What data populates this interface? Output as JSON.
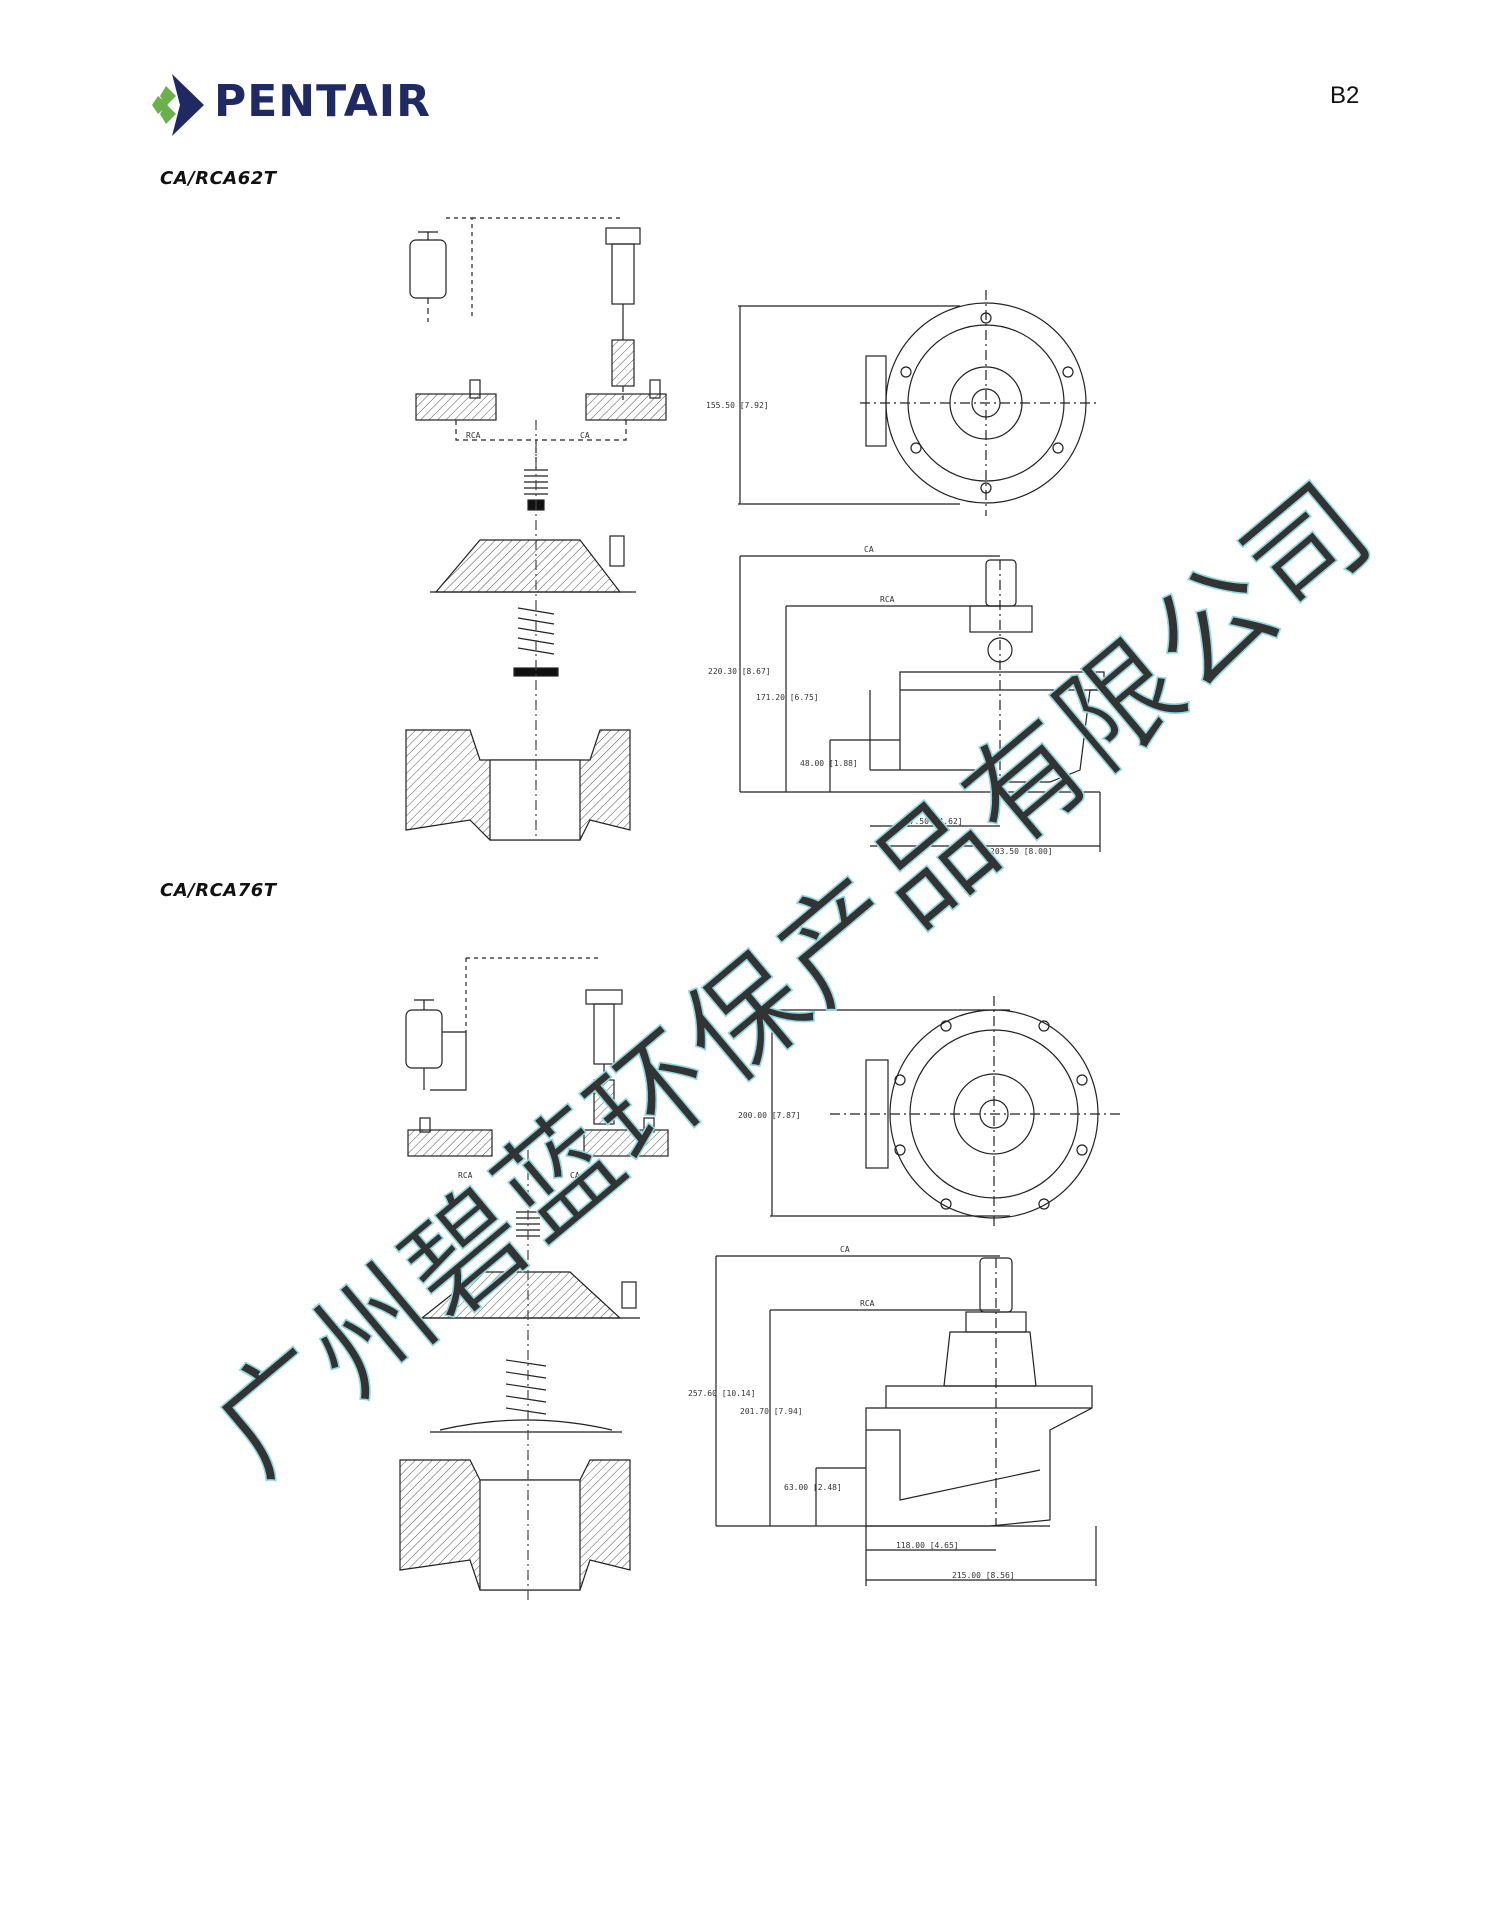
{
  "header": {
    "brand": "PENTAIR",
    "page_number": "B2",
    "logo_colors": {
      "green": "#6ab04c",
      "navy": "#1f2a63"
    }
  },
  "section1": {
    "model": "CA/RCA62T",
    "top_view": {
      "height_dim": "155.50 [7.92]"
    },
    "side_view": {
      "ca_label": "CA",
      "rca_label": "RCA",
      "dim_total": "220.30 [8.67]",
      "dim_mid": "171.20 [6.75]",
      "dim_low": "48.00 [1.88]",
      "dim_w1": "117.50 [4.62]",
      "dim_w2": "203.50 [8.00]"
    },
    "exploded": {
      "left_label": "RCA",
      "right_label": "CA"
    }
  },
  "section2": {
    "model": "CA/RCA76T",
    "top_view": {
      "height_dim": "200.00 [7.87]"
    },
    "side_view": {
      "ca_label": "CA",
      "rca_label": "RCA",
      "dim_total": "257.60 [10.14]",
      "dim_mid": "201.70 [7.94]",
      "dim_low": "63.00 [2.48]",
      "dim_w1": "118.00 [4.65]",
      "dim_w2": "215.00 [8.56]"
    },
    "exploded": {
      "left_label": "RCA",
      "right_label": "CA"
    }
  },
  "watermark": {
    "text": "广州碧蓝环保产品有限公司",
    "color": "#8fd6e0"
  }
}
